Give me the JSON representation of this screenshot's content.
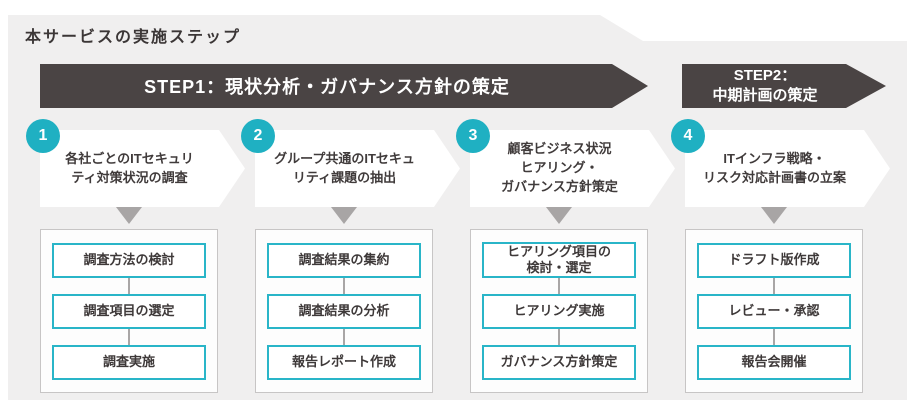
{
  "page": {
    "title": "本サービスの実施ステップ"
  },
  "colors": {
    "panel_background": "#f0efef",
    "banner_dark": "#4a4444",
    "accent_teal": "#1fb0c2",
    "task_border_cyan": "#29b5c8",
    "connector_gray": "#a8a5a5"
  },
  "banners": [
    {
      "label": "STEP1：現状分析・ガバナンス方針の策定"
    },
    {
      "label": "STEP2：\n中期計画の策定"
    }
  ],
  "steps": [
    {
      "number": "1",
      "label": "各社ごとのITセキュリ\nティ対策状況の調査",
      "tasks": [
        "調査方法の検討",
        "調査項目の選定",
        "調査実施"
      ]
    },
    {
      "number": "2",
      "label": "グループ共通のITセキュ\nリティ課題の抽出",
      "tasks": [
        "調査結果の集約",
        "調査結果の分析",
        "報告レポート作成"
      ]
    },
    {
      "number": "3",
      "label": "顧客ビジネス状況\nヒアリング・\nガバナンス方針策定",
      "tasks": [
        "ヒアリング項目の\n検討・選定",
        "ヒアリング実施",
        "ガバナンス方針策定"
      ]
    },
    {
      "number": "4",
      "label": "ITインフラ戦略・\nリスク対応計画書の立案",
      "tasks": [
        "ドラフト版作成",
        "レビュー・承認",
        "報告会開催"
      ]
    }
  ]
}
